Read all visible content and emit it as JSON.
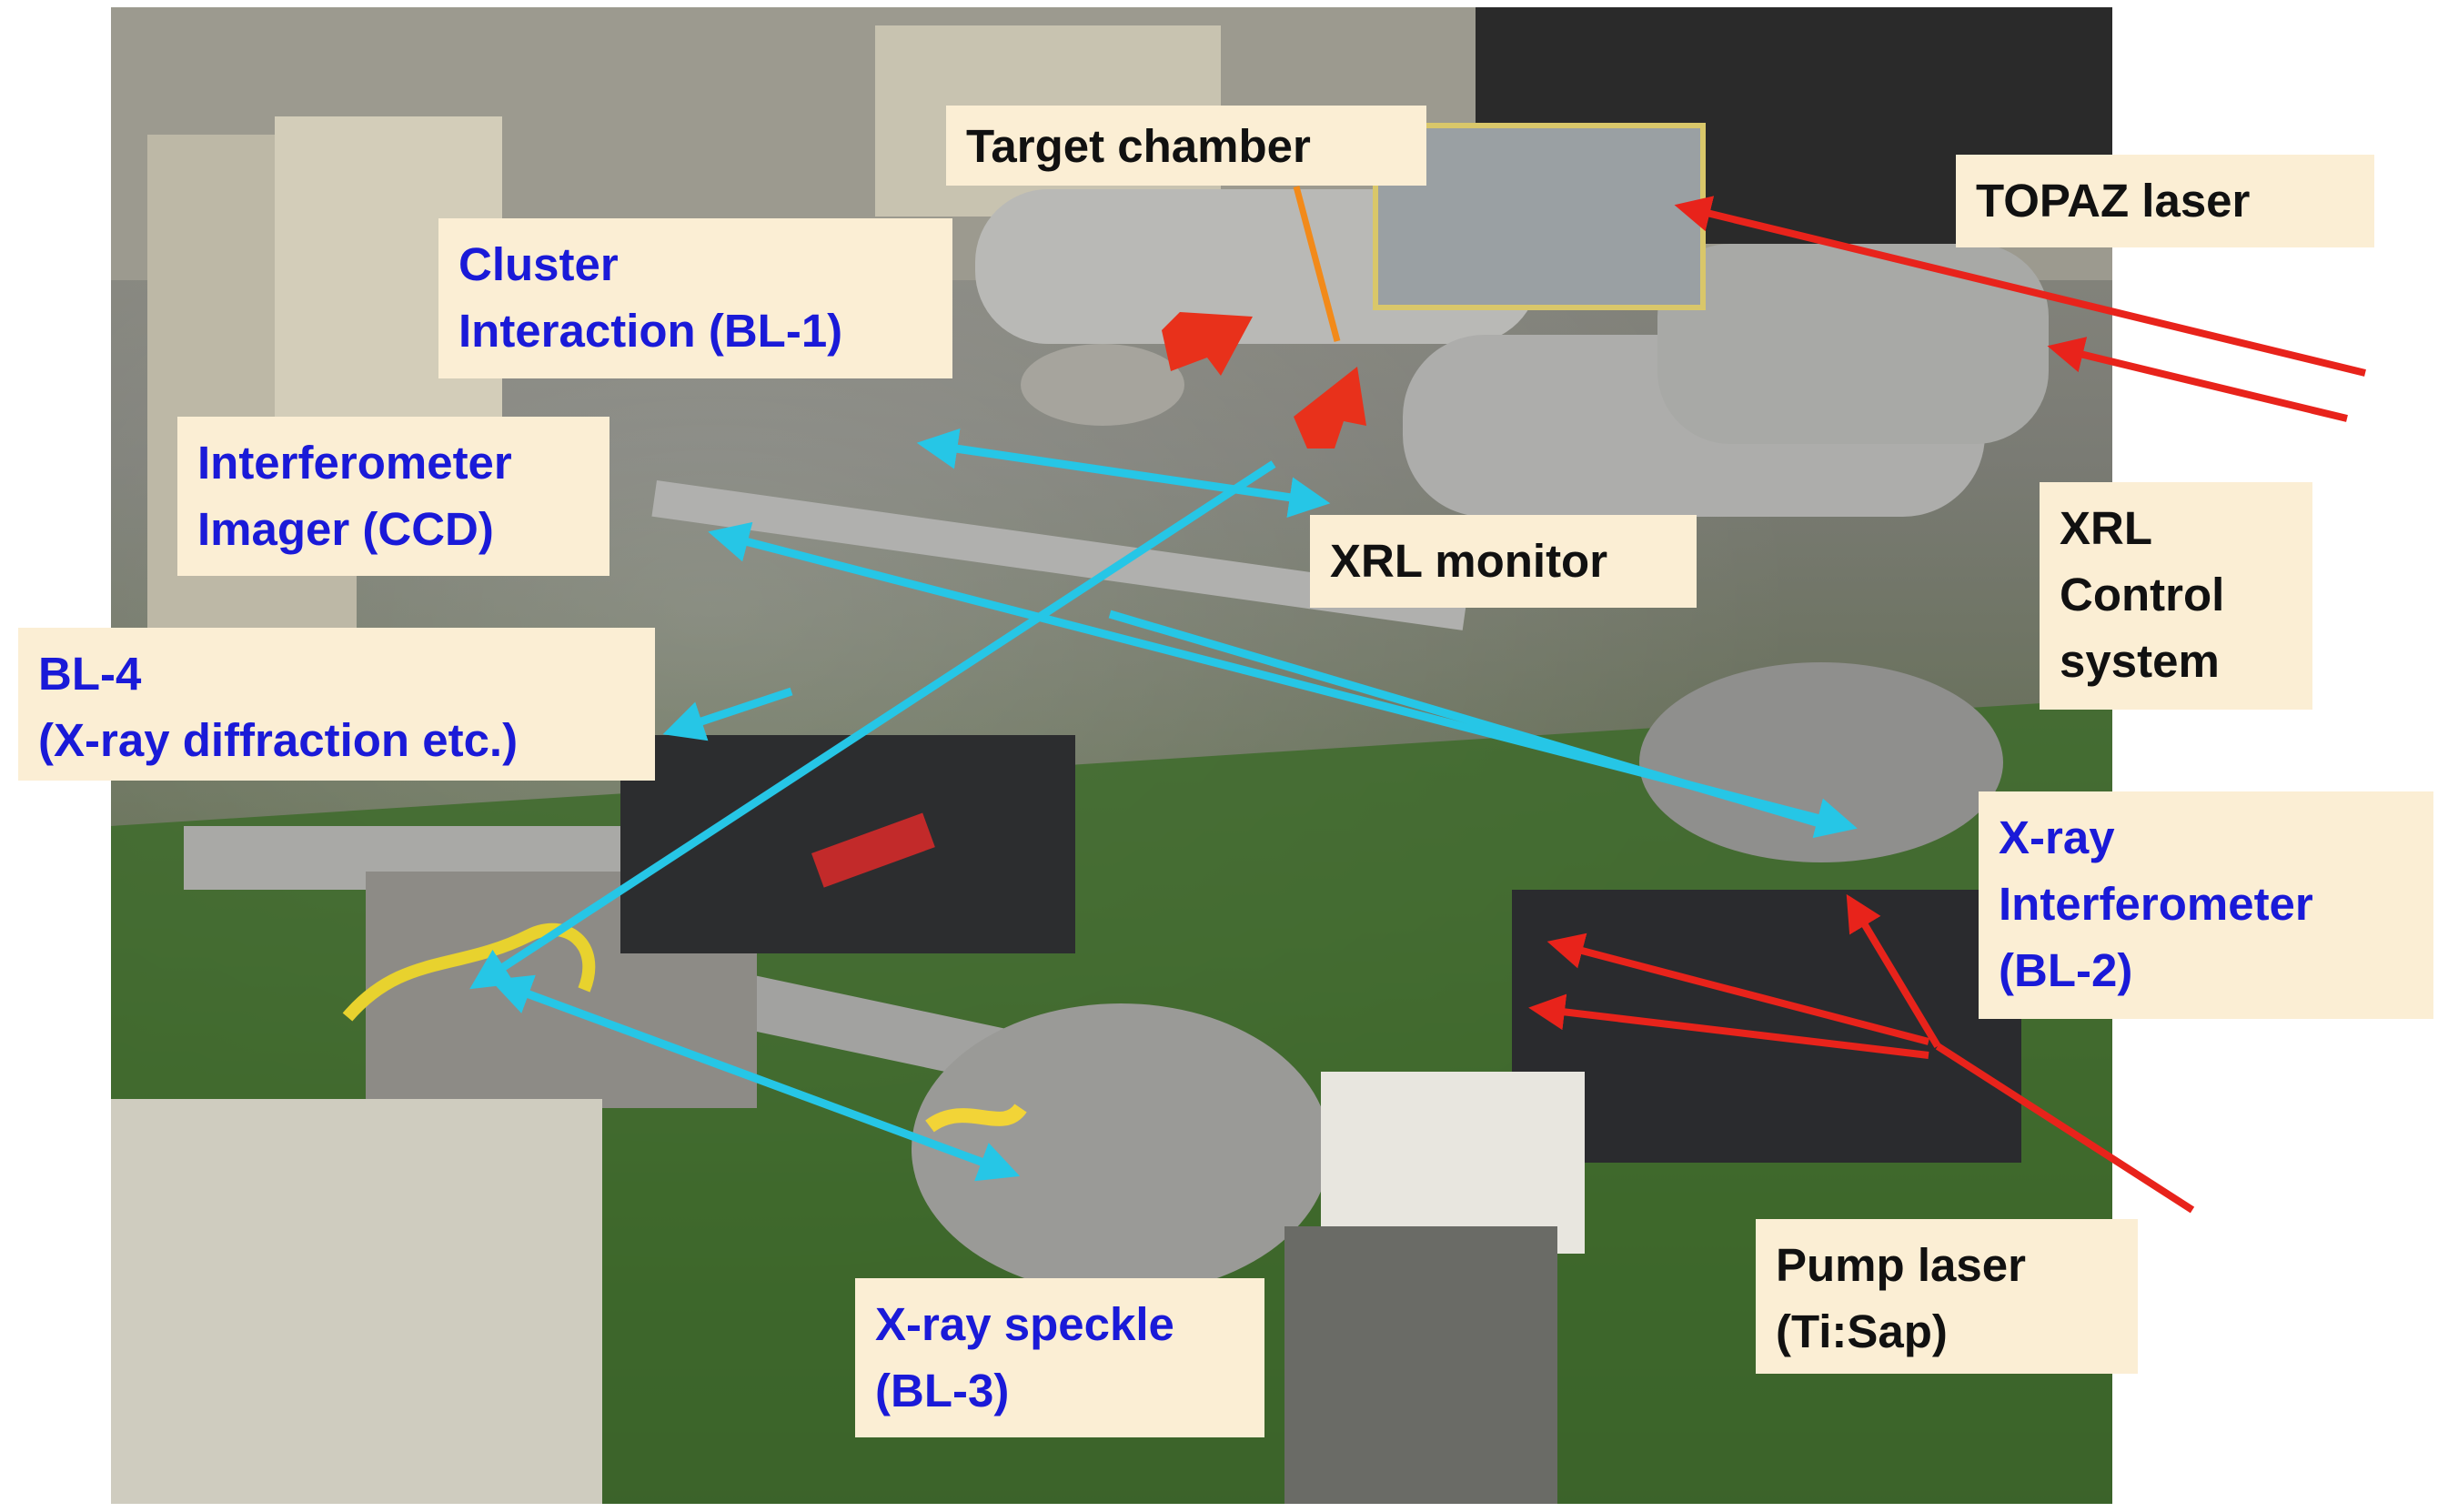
{
  "labels": {
    "target_chamber": "Target chamber",
    "topaz_laser": "TOPAZ laser",
    "cluster_interaction_line1": "Cluster",
    "cluster_interaction_line2": "Interaction (BL-1)",
    "interferometer_imager_line1": "Interferometer",
    "interferometer_imager_line2": "Imager (CCD)",
    "xrl_monitor": "XRL monitor",
    "xrl_control_line1": "XRL",
    "xrl_control_line2": "Control",
    "xrl_control_line3": "system",
    "bl4_line1": "BL-4",
    "bl4_line2": "(X-ray diffraction etc.)",
    "xray_interferometer_line1": "X-ray",
    "xray_interferometer_line2": "Interferometer",
    "xray_interferometer_line3": "(BL-2)",
    "pump_laser_line1": "Pump laser",
    "pump_laser_line2": "(Ti:Sap)",
    "xray_speckle_line1": "X-ray speckle",
    "xray_speckle_line2": "(BL-3)"
  },
  "colors": {
    "label_background": "#fbeed4",
    "beamline_label_text": "#1a1ad8",
    "other_label_text": "#111111",
    "xray_arrow": "#26c6e6",
    "laser_arrow": "#e8231b",
    "target_pointer": "#f28a1a"
  }
}
